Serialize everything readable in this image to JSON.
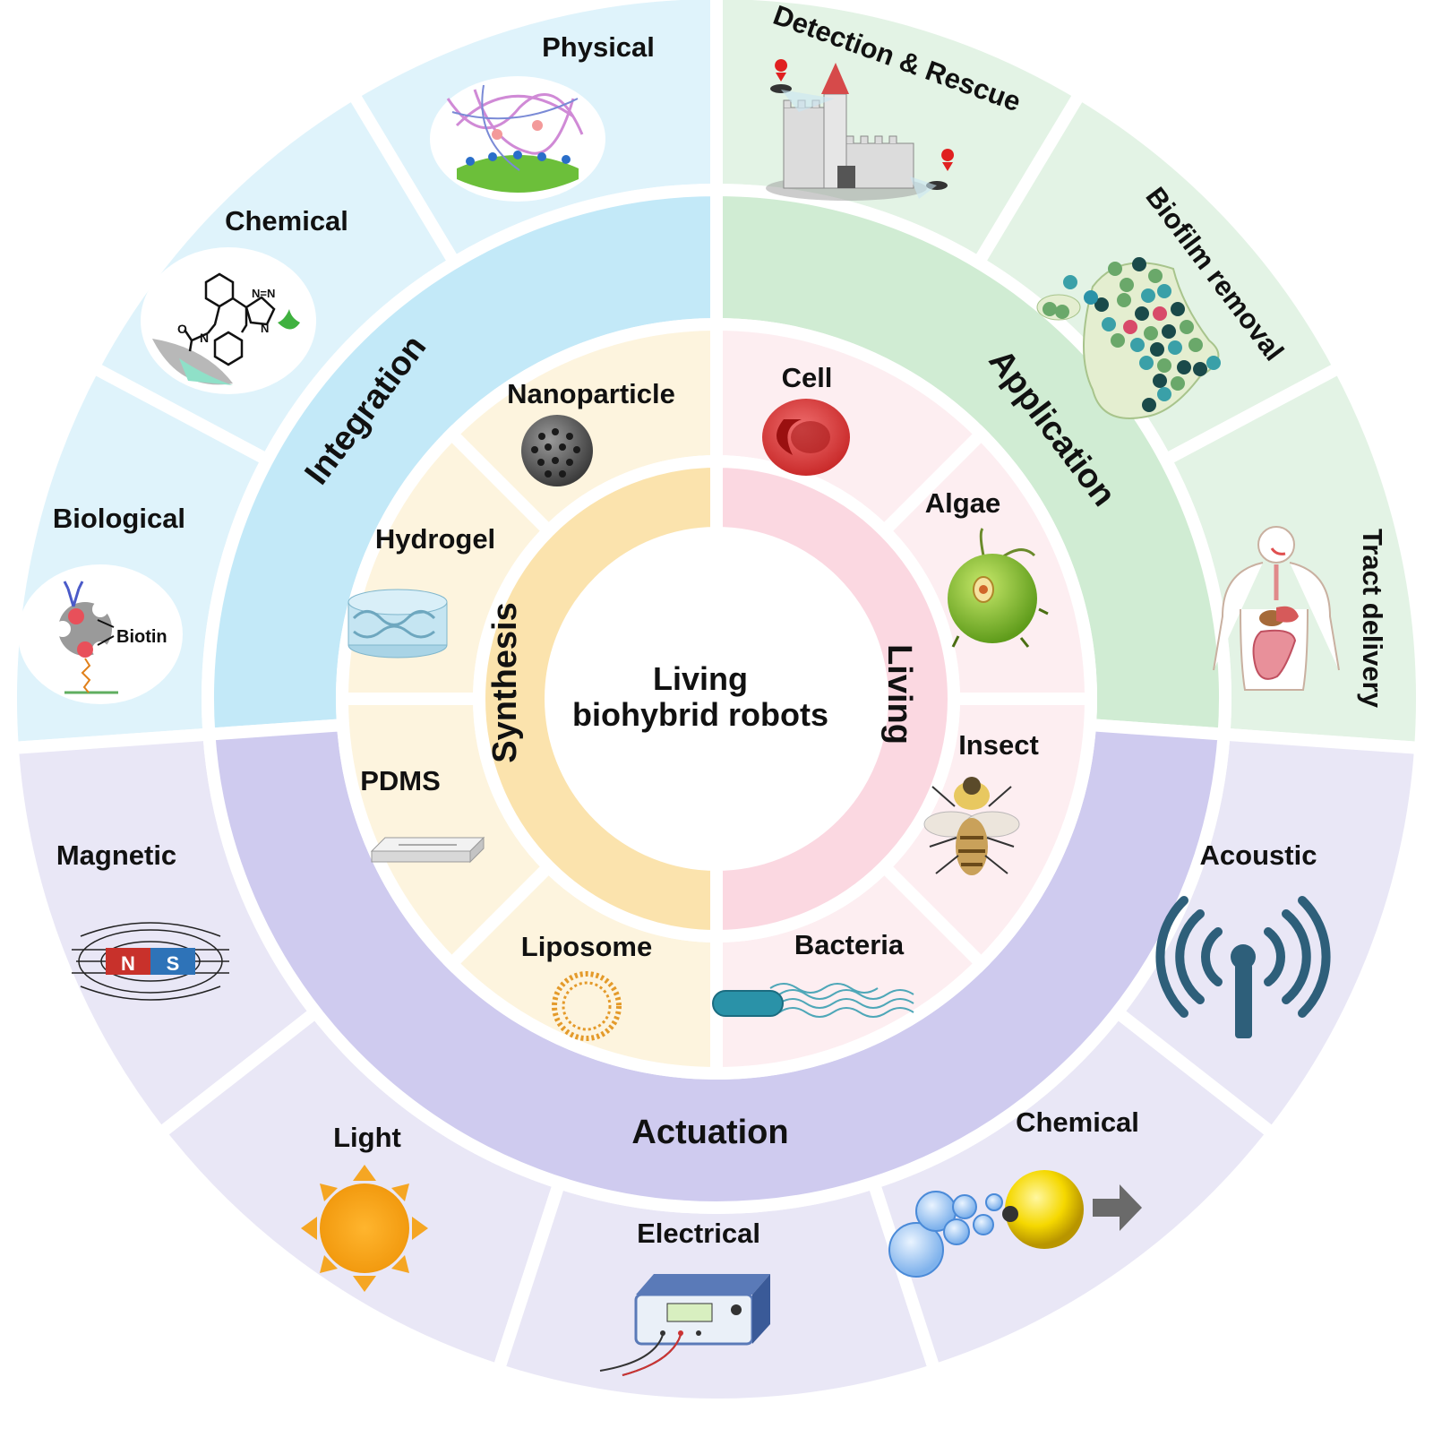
{
  "center": {
    "line1": "Living",
    "line2": "biohybrid robots"
  },
  "inner_ring": {
    "synthesis": "Synthesis",
    "living": "Living"
  },
  "middle_ring": {
    "integration": "Integration",
    "application": "Application",
    "actuation": "Actuation"
  },
  "synthesis_items": {
    "nanoparticle": "Nanoparticle",
    "hydrogel": "Hydrogel",
    "pdms": "PDMS",
    "liposome": "Liposome"
  },
  "living_items": {
    "cell": "Cell",
    "algae": "Algae",
    "insect": "Insect",
    "bacteria": "Bacteria"
  },
  "integration_items": {
    "physical": "Physical",
    "chemical": "Chemical",
    "biological": "Biological",
    "biotin": "Biotin"
  },
  "application_items": {
    "detection": "Detection & Rescue",
    "biofilm": "Biofilm removal",
    "tract": "Tract delivery"
  },
  "actuation_items": {
    "magnetic": "Magnetic",
    "magnet_n": "N",
    "magnet_s": "S",
    "light": "Light",
    "electrical": "Electrical",
    "chemical": "Chemical",
    "acoustic": "Acoustic"
  },
  "colors": {
    "integration_outer": "#dff3fb",
    "integration_mid": "#c3e9f8",
    "application_outer": "#e3f3e5",
    "application_mid": "#d0ecd3",
    "actuation_outer": "#e9e7f6",
    "actuation_mid": "#cfcbef",
    "synthesis_light": "#fdf4de",
    "synthesis_ring": "#fbe3ad",
    "living_light": "#fdeef1",
    "living_ring": "#fbd8e1"
  }
}
